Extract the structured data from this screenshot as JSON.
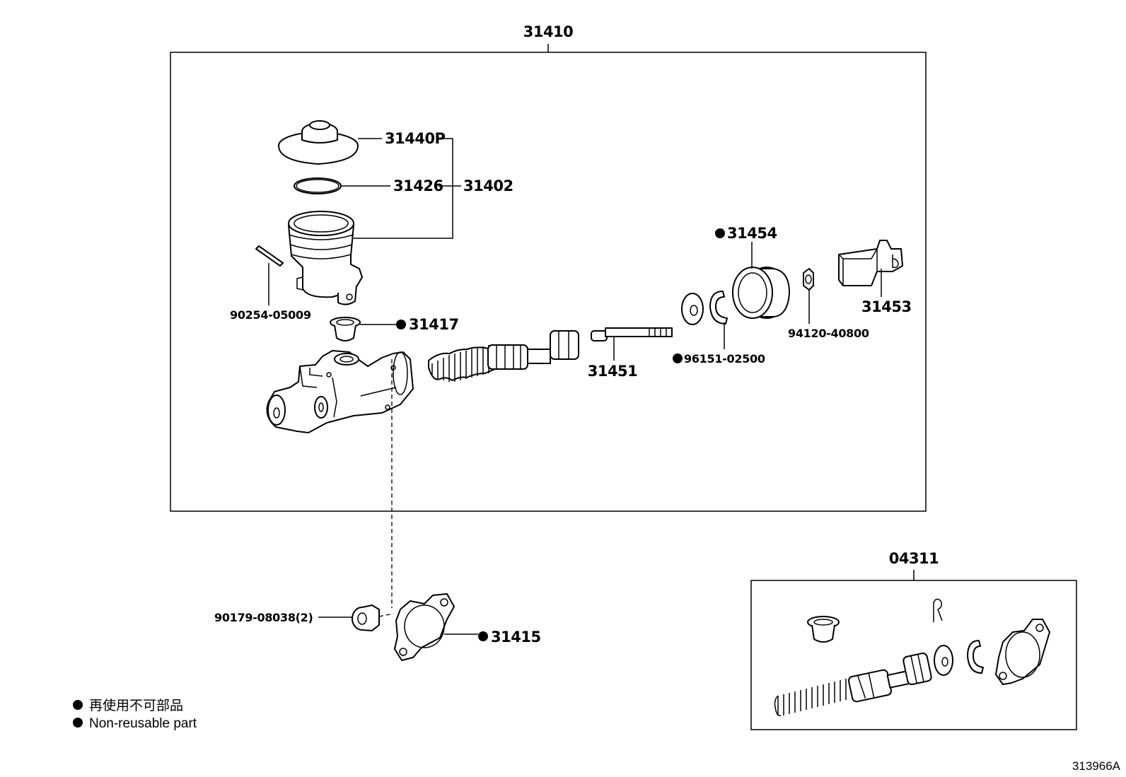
{
  "diagram": {
    "id": "313966A",
    "assembly_main": "31410",
    "assembly_kit": "04311",
    "parts": {
      "p31440P": "31440P",
      "p31426": "31426",
      "p31402": "31402",
      "p90254": "90254-05009",
      "p31417": "31417",
      "p31454": "31454",
      "p31453": "31453",
      "p94120": "94120-40800",
      "p96151": "96151-02500",
      "p31451": "31451",
      "p90179": "90179-08038(2)",
      "p31415": "31415"
    },
    "legend": {
      "line_jp": "再使用不可部品",
      "line_en": "Non-reusable part"
    }
  }
}
